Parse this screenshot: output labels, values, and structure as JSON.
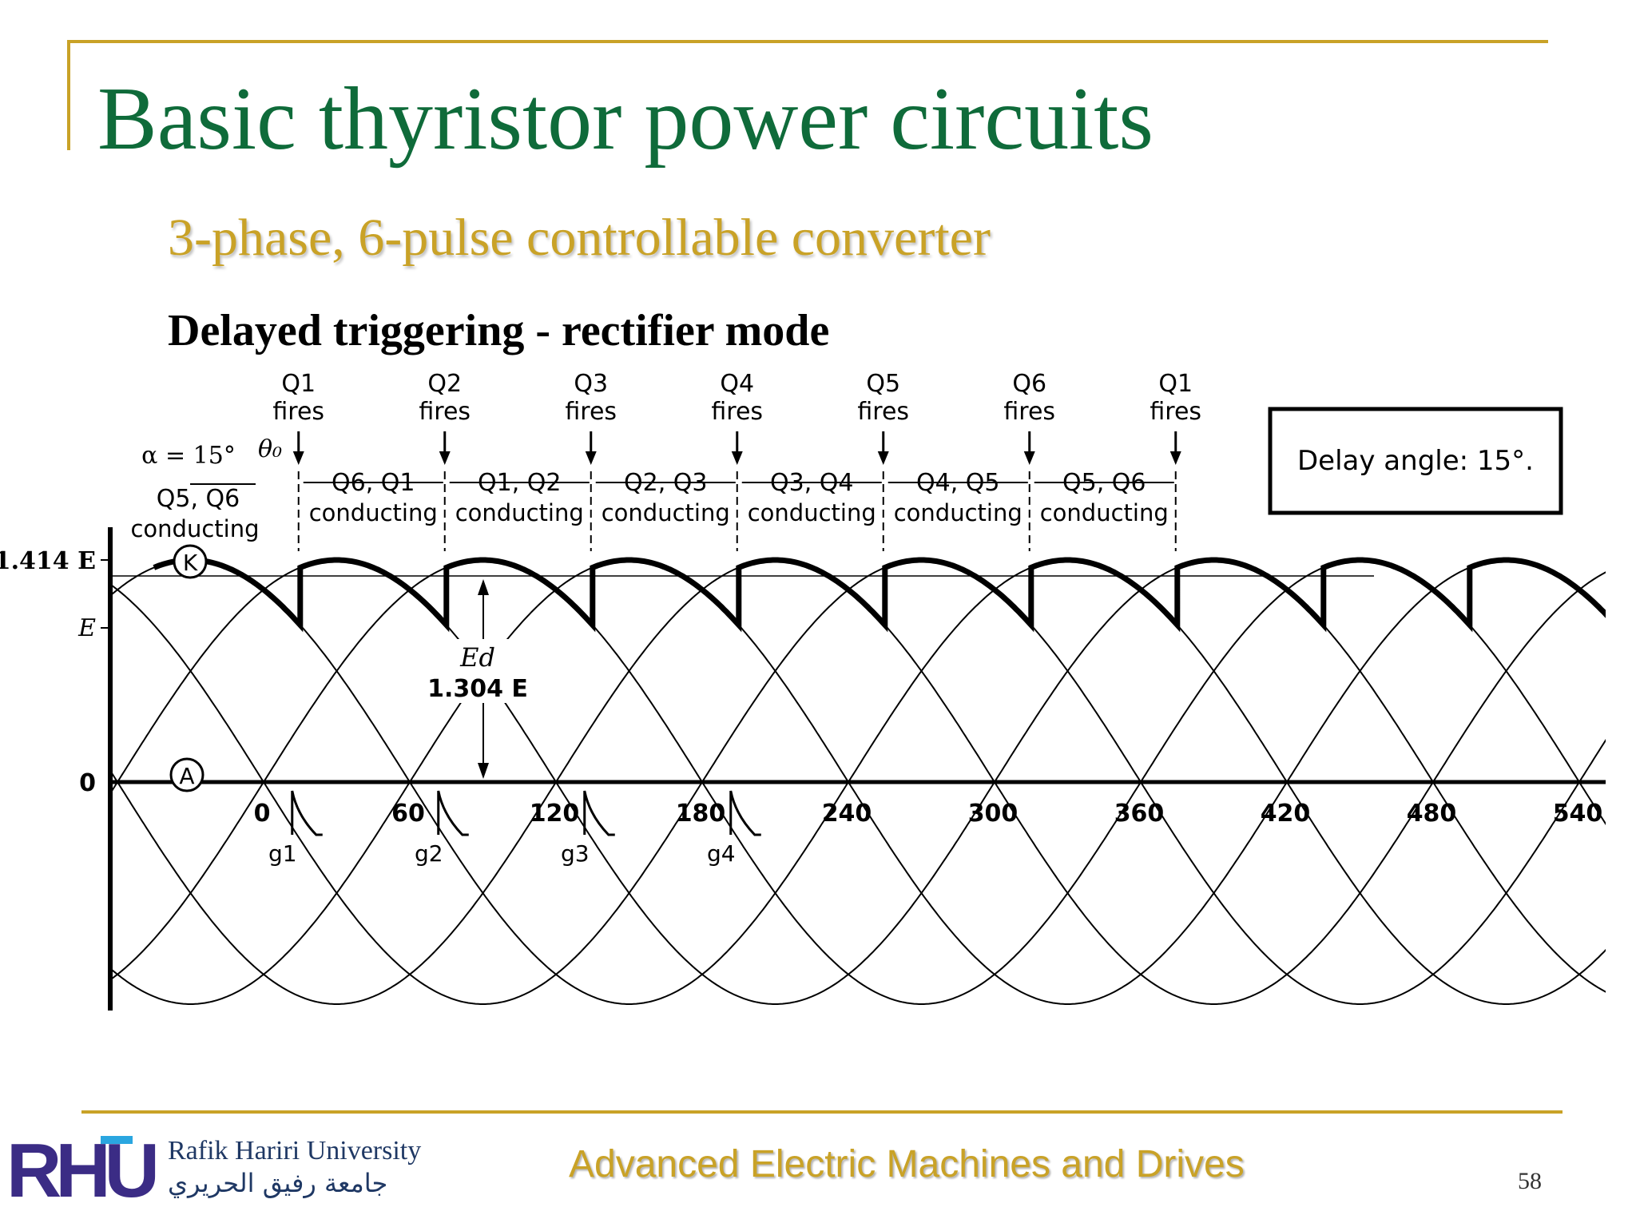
{
  "slide": {
    "title": "Basic thyristor power circuits",
    "subtitle": "3-phase, 6-pulse controllable converter",
    "heading": "Delayed triggering - rectifier mode",
    "page_number": "58"
  },
  "diagram": {
    "fire_labels": [
      {
        "thyristor": "Q1",
        "action": "fires"
      },
      {
        "thyristor": "Q2",
        "action": "fires"
      },
      {
        "thyristor": "Q3",
        "action": "fires"
      },
      {
        "thyristor": "Q4",
        "action": "fires"
      },
      {
        "thyristor": "Q5",
        "action": "fires"
      },
      {
        "thyristor": "Q6",
        "action": "fires"
      },
      {
        "thyristor": "Q1",
        "action": "fires"
      }
    ],
    "conduction_labels": [
      {
        "pair": "Q6, Q1",
        "state": "conducting"
      },
      {
        "pair": "Q1, Q2",
        "state": "conducting"
      },
      {
        "pair": "Q2, Q3",
        "state": "conducting"
      },
      {
        "pair": "Q3, Q4",
        "state": "conducting"
      },
      {
        "pair": "Q4, Q5",
        "state": "conducting"
      },
      {
        "pair": "Q5, Q6",
        "state": "conducting"
      }
    ],
    "initial_conduction": {
      "pair": "Q5, Q6",
      "state": "conducting"
    },
    "alpha_label": "α = 15°",
    "theta_label": "θ₀",
    "delay_box": "Delay angle: 15°.",
    "y_labels": {
      "peak": "1.414 E",
      "rms": "E",
      "zero": "0"
    },
    "node_k": "K",
    "node_a": "A",
    "ed_label": "Ed",
    "ed_value": "1.304 E",
    "angle_ticks": [
      "0",
      "60",
      "120",
      "180",
      "240",
      "300",
      "360",
      "420",
      "480",
      "540"
    ],
    "gate_labels": [
      "g1",
      "g2",
      "g3",
      "g4"
    ]
  },
  "footer": {
    "university_en": "Rafik Hariri University",
    "university_ar": "جامعة رفيق الحريري",
    "logo_text": "RHU",
    "course": "Advanced Electric Machines and Drives"
  }
}
